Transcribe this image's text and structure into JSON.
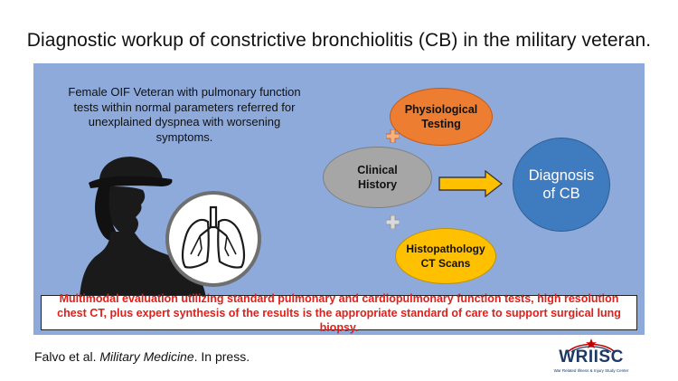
{
  "title": "Diagnostic workup of constrictive bronchiolitis (CB) in the military veteran.",
  "veteran_description": "Female OIF Veteran with pulmonary function tests within normal parameters referred for unexplained dyspnea with worsening symptoms.",
  "nodes": {
    "physiological": {
      "line1": "Physiological",
      "line2": "Testing"
    },
    "clinical": {
      "line1": "Clinical",
      "line2": "History"
    },
    "histopathology": {
      "line1": "Histopathology",
      "line2": "CT Scans"
    },
    "diagnosis": {
      "line1": "Diagnosis",
      "line2": "of CB"
    }
  },
  "conclusion": "Multimodal evaluation utilizing standard pulmonary and cardiopulmonary function tests, high resolution chest CT, plus expert synthesis of the results is the appropriate standard of care to support surgical lung biopsy.",
  "citation": {
    "authors": "Falvo et al. ",
    "journal": "Military Medicine",
    "status": ". In press."
  },
  "logo": {
    "name": "WRIISC",
    "subtitle": "War Related Illness & Injury Study Center"
  },
  "colors": {
    "panel": "#8eaadb",
    "physiological": "#ed7d31",
    "clinical": "#a6a6a6",
    "histopathology": "#ffc000",
    "diagnosis": "#3e7bbf",
    "arrow": "#ffc000",
    "plus": "#f4b183",
    "conclusion_text": "#e0201b",
    "logo": "#1f3864"
  }
}
